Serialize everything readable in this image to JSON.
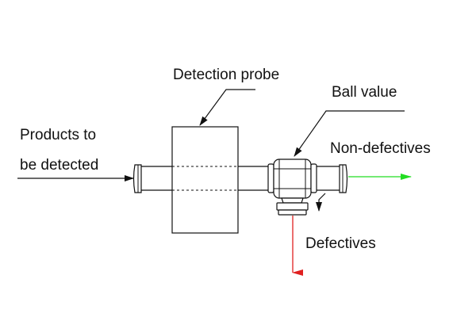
{
  "labels": {
    "products_line1": "Products  to",
    "products_line2": "be detected",
    "detection_probe": "Detection probe",
    "ball_value": "Ball value",
    "non_defectives": "Non-defectives",
    "defectives": "Defectives"
  },
  "colors": {
    "line": "#111111",
    "non_defective_arrow": "#22dd22",
    "defective_arrow": "#e02020"
  }
}
